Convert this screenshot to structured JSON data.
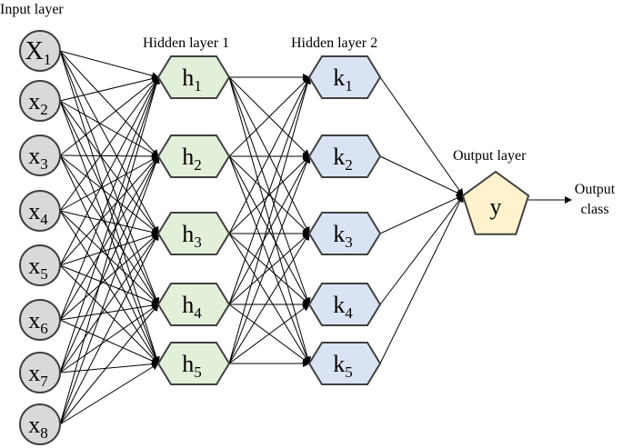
{
  "titles": {
    "input": "Input layer",
    "hidden1": "Hidden layer 1",
    "hidden2": "Hidden layer 2",
    "output": "Output layer",
    "output_class_line1": "Output",
    "output_class_line2": "class"
  },
  "input_nodes": [
    {
      "main": "X",
      "sub": "1"
    },
    {
      "main": "x",
      "sub": "2"
    },
    {
      "main": "x",
      "sub": "3"
    },
    {
      "main": "x",
      "sub": "4"
    },
    {
      "main": "x",
      "sub": "5"
    },
    {
      "main": "x",
      "sub": "6"
    },
    {
      "main": "x",
      "sub": "7"
    },
    {
      "main": "x",
      "sub": "8"
    }
  ],
  "hidden1_nodes": [
    {
      "main": "h",
      "sub": "1"
    },
    {
      "main": "h",
      "sub": "2"
    },
    {
      "main": "h",
      "sub": "3"
    },
    {
      "main": "h",
      "sub": "4"
    },
    {
      "main": "h",
      "sub": "5"
    }
  ],
  "hidden2_nodes": [
    {
      "main": "k",
      "sub": "1"
    },
    {
      "main": "k",
      "sub": "2"
    },
    {
      "main": "k",
      "sub": "3"
    },
    {
      "main": "k",
      "sub": "4"
    },
    {
      "main": "k",
      "sub": "5"
    }
  ],
  "output_node": {
    "main": "y"
  },
  "colors": {
    "input_fill": "#d9d9d9",
    "hidden1_fill": "#e2efd9",
    "hidden2_fill": "#dae3f3",
    "output_fill": "#fff2cc",
    "outline": "#404040"
  }
}
